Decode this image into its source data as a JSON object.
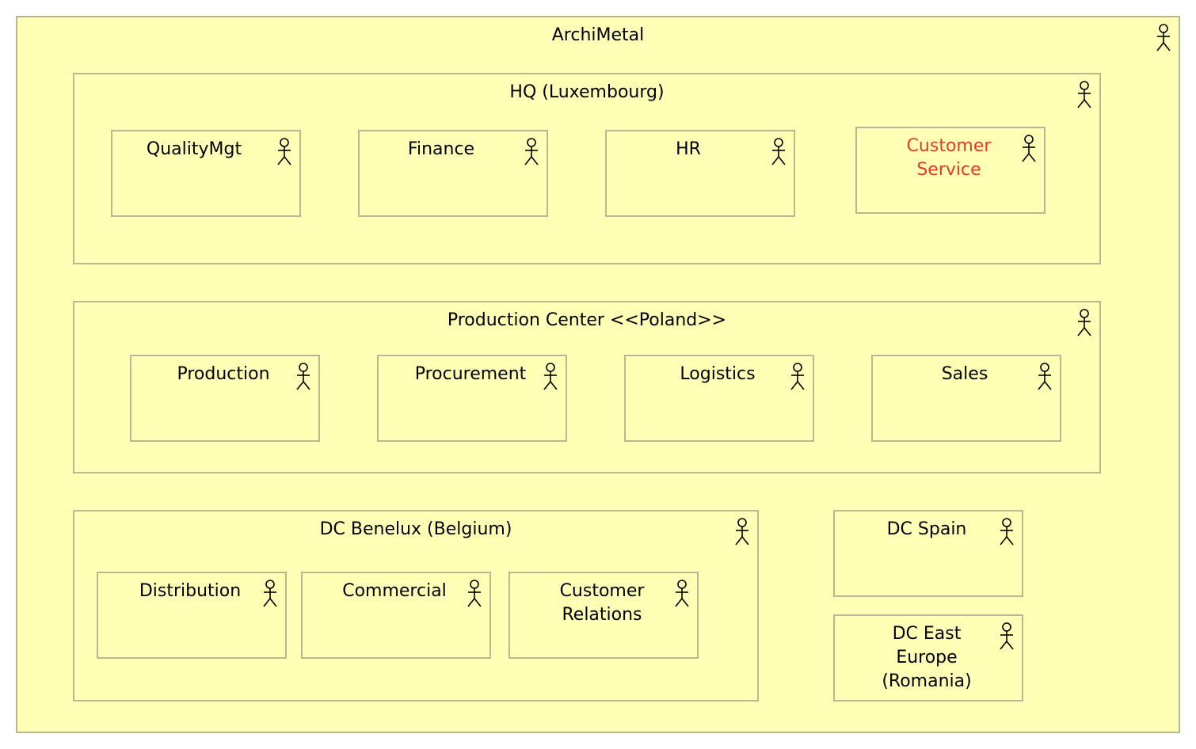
{
  "diagram": {
    "root": {
      "label": "ArchiMetal",
      "icon": "actor-icon"
    },
    "hq": {
      "label": "HQ (Luxembourg)",
      "units": [
        {
          "label": "QualityMgt"
        },
        {
          "label": "Finance"
        },
        {
          "label": "HR"
        },
        {
          "label": "Customer\nService",
          "highlight": true
        }
      ]
    },
    "production_center": {
      "label": "Production Center <<Poland>>",
      "units": [
        {
          "label": "Production"
        },
        {
          "label": "Procurement"
        },
        {
          "label": "Logistics"
        },
        {
          "label": "Sales"
        }
      ]
    },
    "dc_benelux": {
      "label": "DC Benelux (Belgium)",
      "units": [
        {
          "label": "Distribution"
        },
        {
          "label": "Commercial"
        },
        {
          "label": "Customer\nRelations"
        }
      ]
    },
    "dc_spain": {
      "label": "DC Spain"
    },
    "dc_east_europe": {
      "label": "DC East\nEurope\n(Romania)"
    }
  },
  "colors": {
    "fill": "#ffffb5",
    "border": "#b8b88f",
    "highlight_text": "#e8382b"
  }
}
